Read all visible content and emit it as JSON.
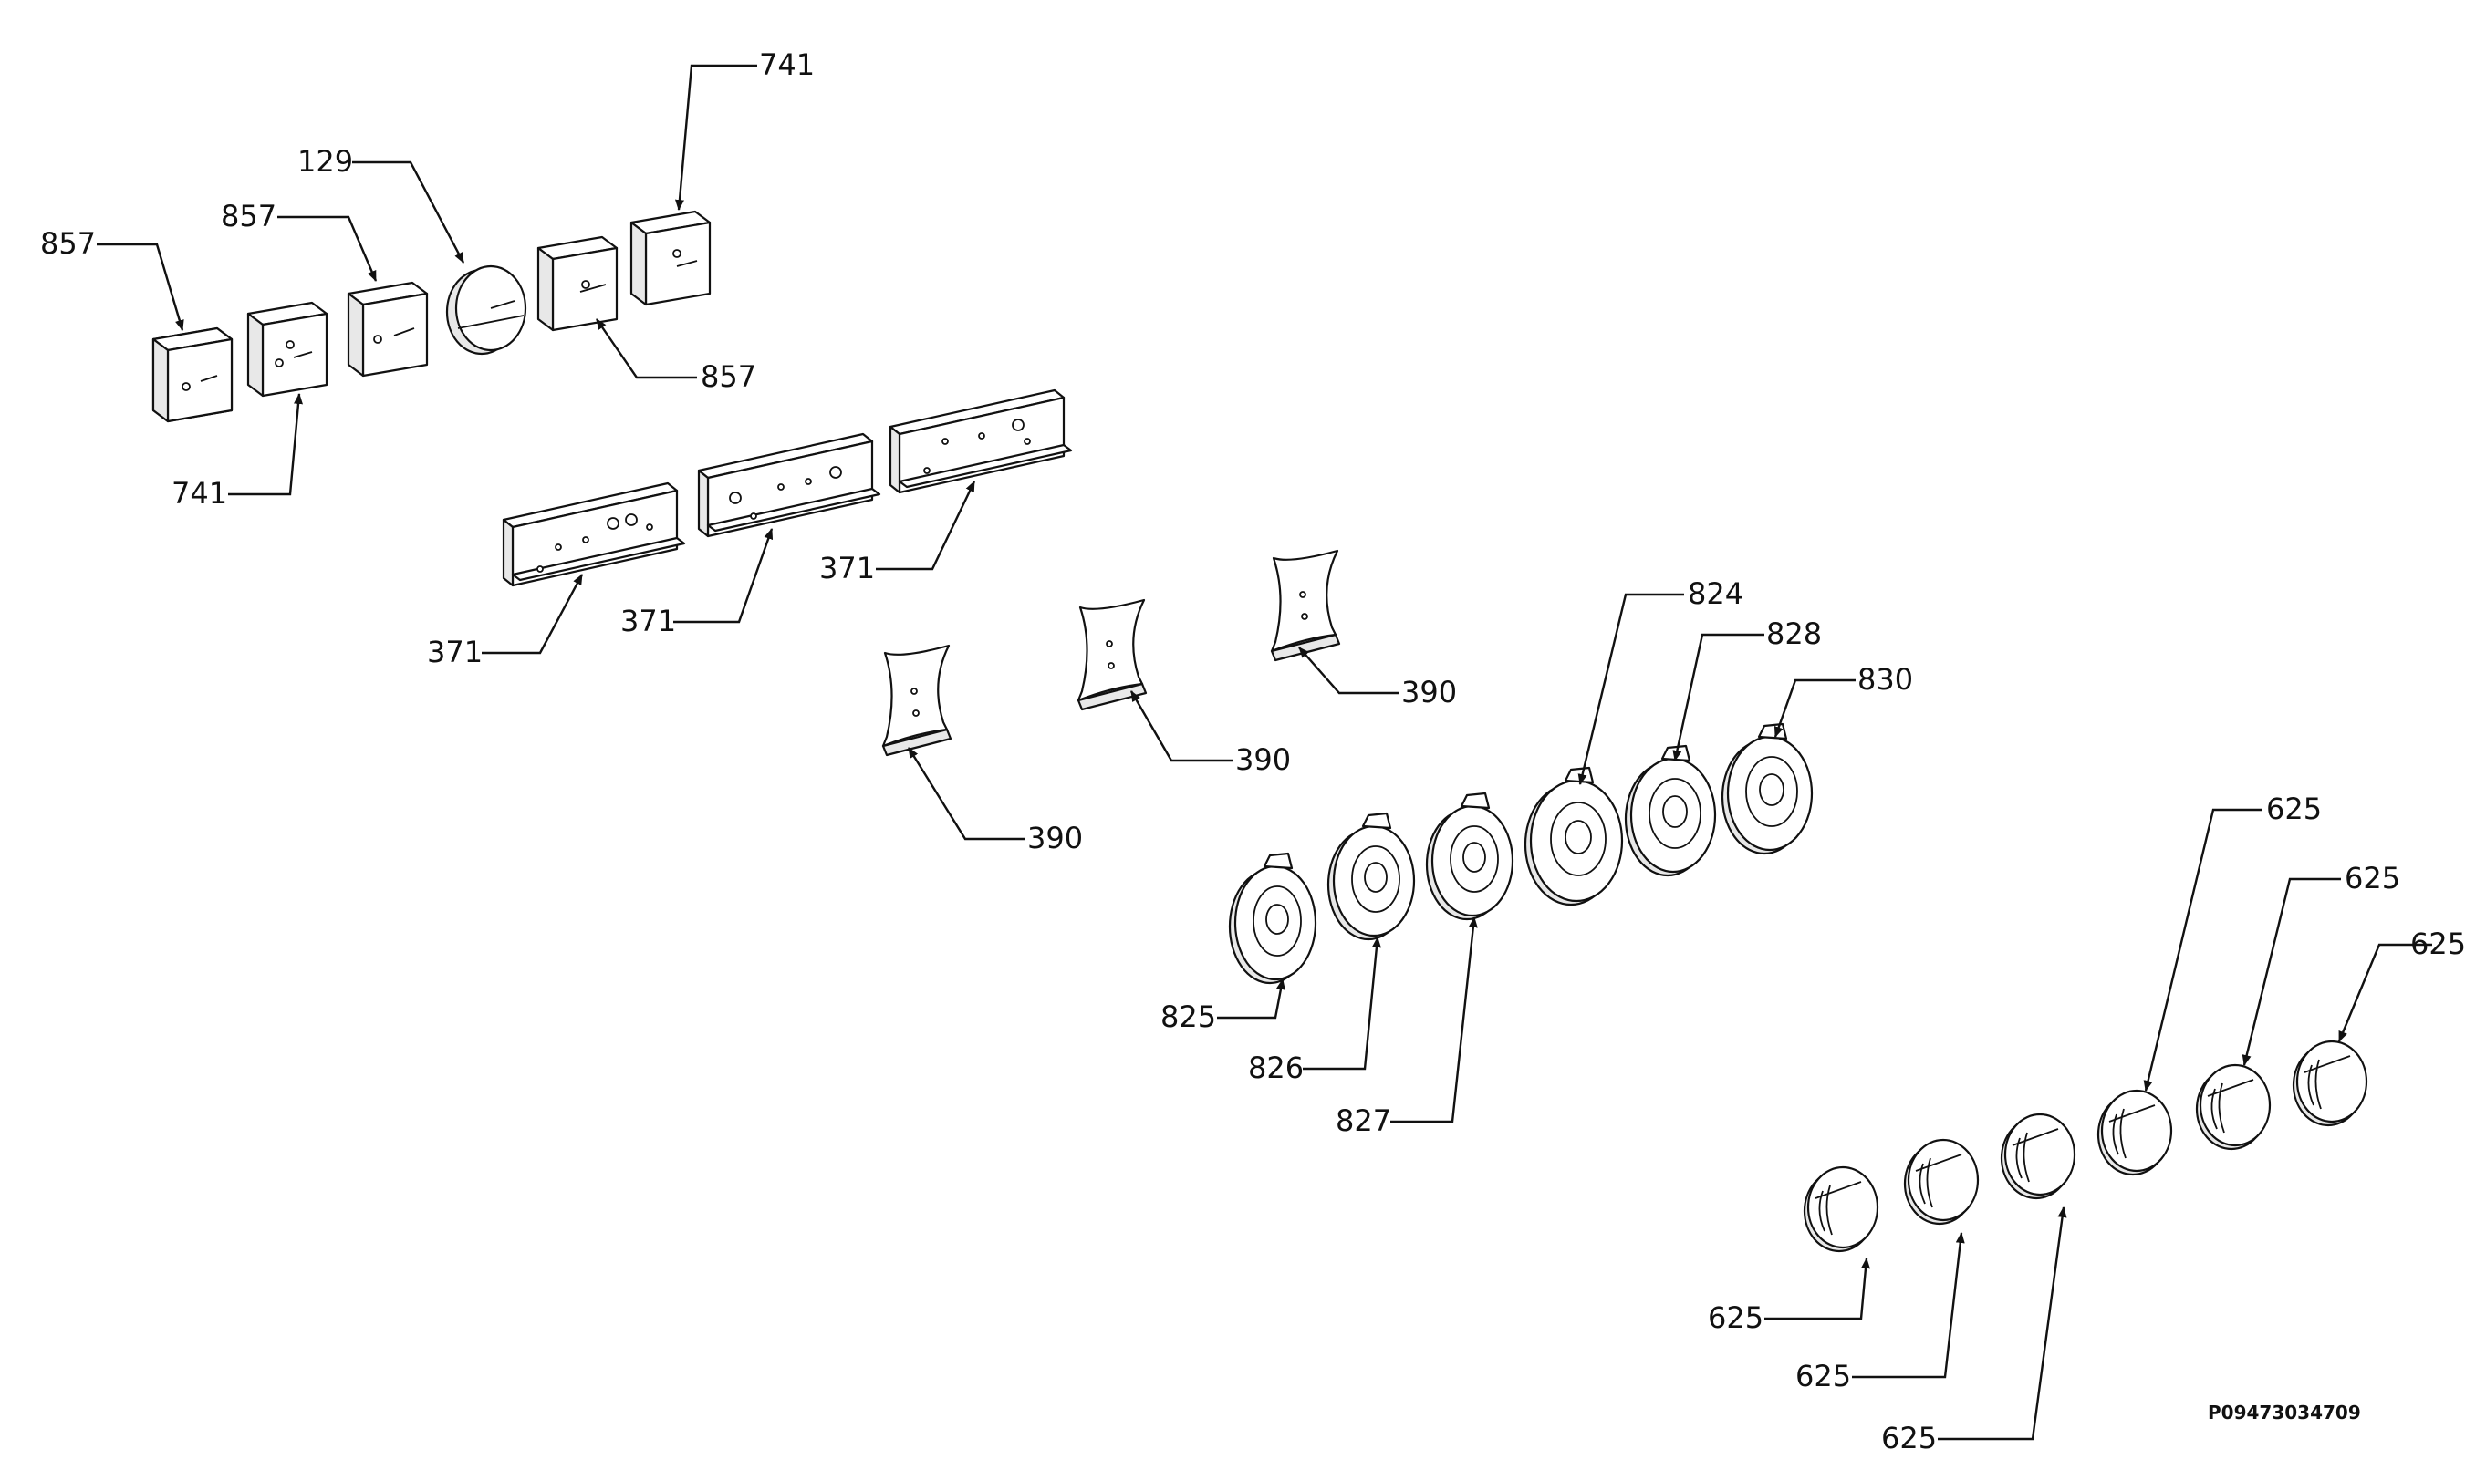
{
  "diagram": {
    "labels": [
      "741",
      "129",
      "857",
      "857",
      "857",
      "741",
      "371",
      "371",
      "371",
      "390",
      "390",
      "390",
      "824",
      "828",
      "830",
      "825",
      "826",
      "827",
      "625",
      "625",
      "625",
      "625",
      "625",
      "625"
    ],
    "document_id": "P09473034709",
    "colors": {
      "ink": "#111111",
      "background": "#ffffff"
    }
  }
}
